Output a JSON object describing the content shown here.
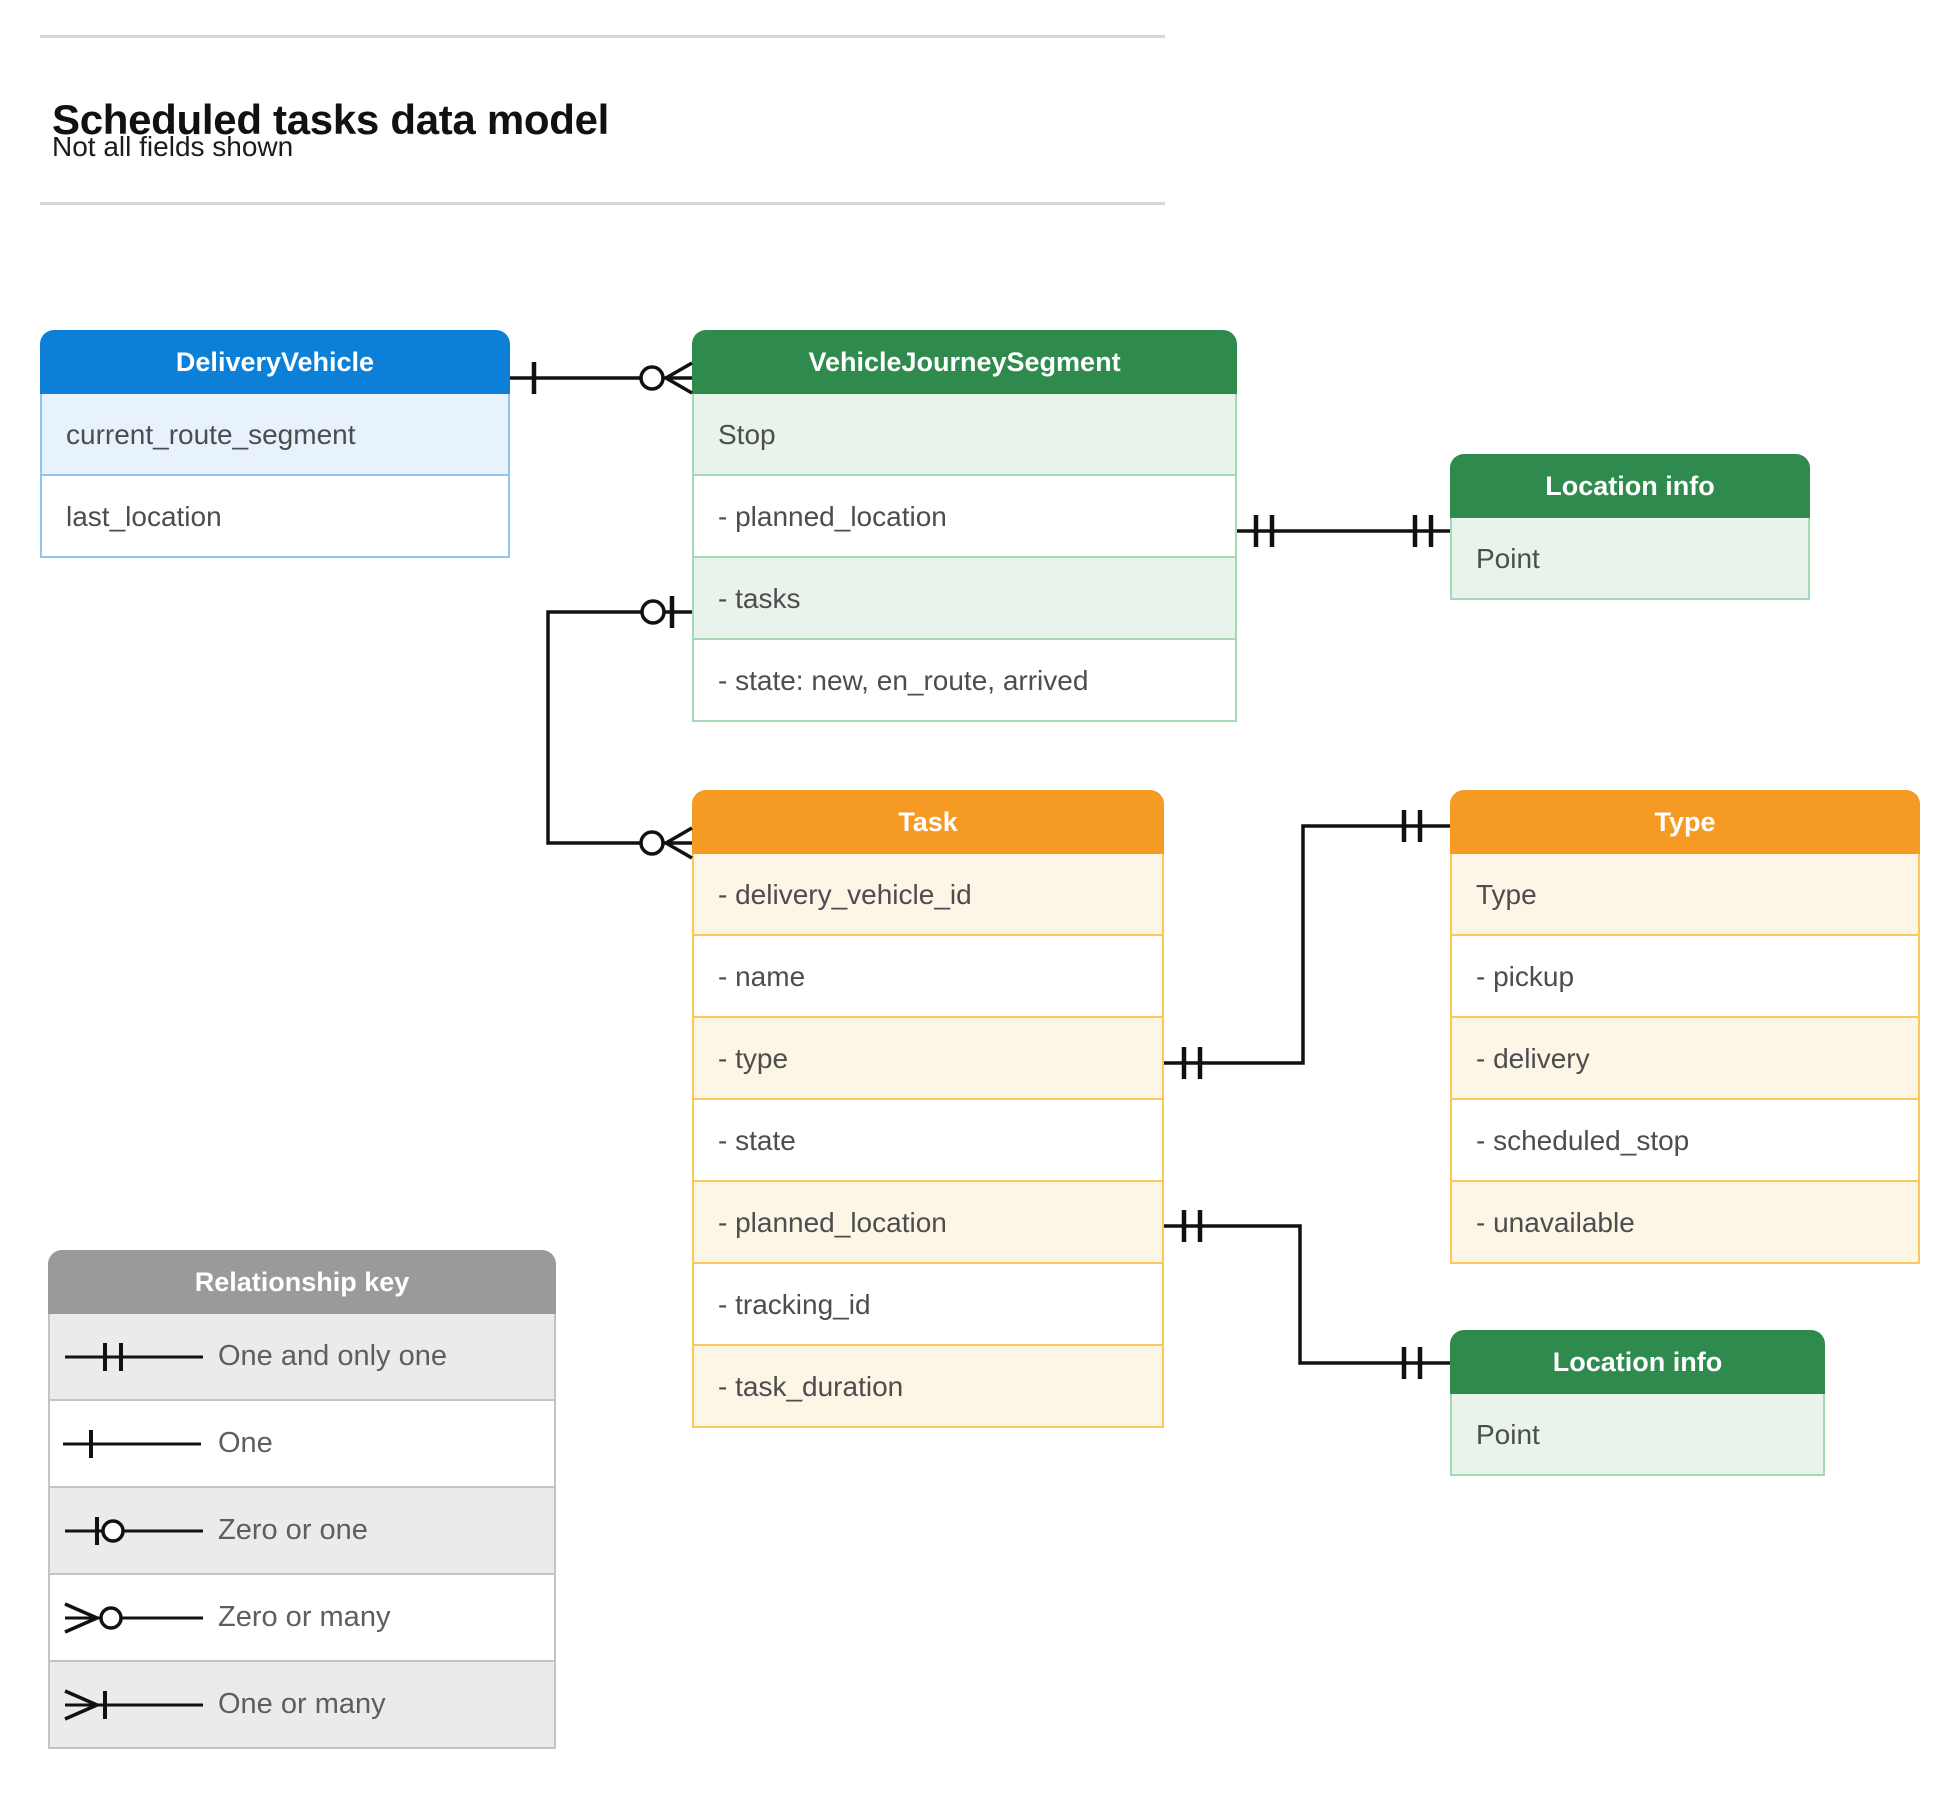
{
  "header": {
    "title": "Scheduled tasks data model",
    "subtitle": "Not all fields shown"
  },
  "entities": {
    "delivery_vehicle": {
      "title": "DeliveryVehicle",
      "color": "#0b80d6",
      "rows": [
        "current_route_segment",
        "last_location"
      ]
    },
    "vehicle_journey_segment": {
      "title": "VehicleJourneySegment",
      "color": "#2e8b4d",
      "rows": [
        "Stop",
        "-  planned_location",
        "- tasks",
        "- state: new, en_route, arrived"
      ]
    },
    "location_info_1": {
      "title": "Location info",
      "color": "#2e8b4d",
      "rows": [
        "Point"
      ]
    },
    "task": {
      "title": "Task",
      "color": "#f59a23",
      "rows": [
        "- delivery_vehicle_id",
        "- name",
        "- type",
        "- state",
        "- planned_location",
        "- tracking_id",
        "- task_duration"
      ]
    },
    "type": {
      "title": "Type",
      "color": "#f59a23",
      "rows": [
        "Type",
        "-   pickup",
        "-  delivery",
        "-  scheduled_stop",
        "-  unavailable"
      ]
    },
    "location_info_2": {
      "title": "Location info",
      "color": "#2e8b4d",
      "rows": [
        "Point"
      ]
    }
  },
  "legend": {
    "title": "Relationship key",
    "items": [
      {
        "symbol": "one-and-only-one",
        "label": "One and only one"
      },
      {
        "symbol": "one",
        "label": "One"
      },
      {
        "symbol": "zero-or-one",
        "label": "Zero or one"
      },
      {
        "symbol": "zero-or-many",
        "label": "Zero or many"
      },
      {
        "symbol": "one-or-many",
        "label": "One or many"
      }
    ]
  },
  "relationships": [
    {
      "name": "deliveryvehicle-to-vehiclejourneysegment",
      "from": "DeliveryVehicle",
      "to": "VehicleJourneySegment",
      "from_cardinality": "one",
      "to_cardinality": "zero-or-many"
    },
    {
      "name": "vjs-plannedlocation-to-locationinfo",
      "from": "VehicleJourneySegment.planned_location",
      "to": "Location info",
      "from_cardinality": "one-and-only-one",
      "to_cardinality": "one-and-only-one"
    },
    {
      "name": "vjs-tasks-to-task",
      "from": "VehicleJourneySegment.tasks",
      "to": "Task",
      "from_cardinality": "zero-or-one",
      "to_cardinality": "zero-or-many"
    },
    {
      "name": "task-type-to-type",
      "from": "Task.type",
      "to": "Type",
      "from_cardinality": "one-and-only-one",
      "to_cardinality": "one-and-only-one"
    },
    {
      "name": "task-plannedlocation-to-locationinfo",
      "from": "Task.planned_location",
      "to": "Location info",
      "from_cardinality": "one-and-only-one",
      "to_cardinality": "one-and-only-one"
    }
  ]
}
